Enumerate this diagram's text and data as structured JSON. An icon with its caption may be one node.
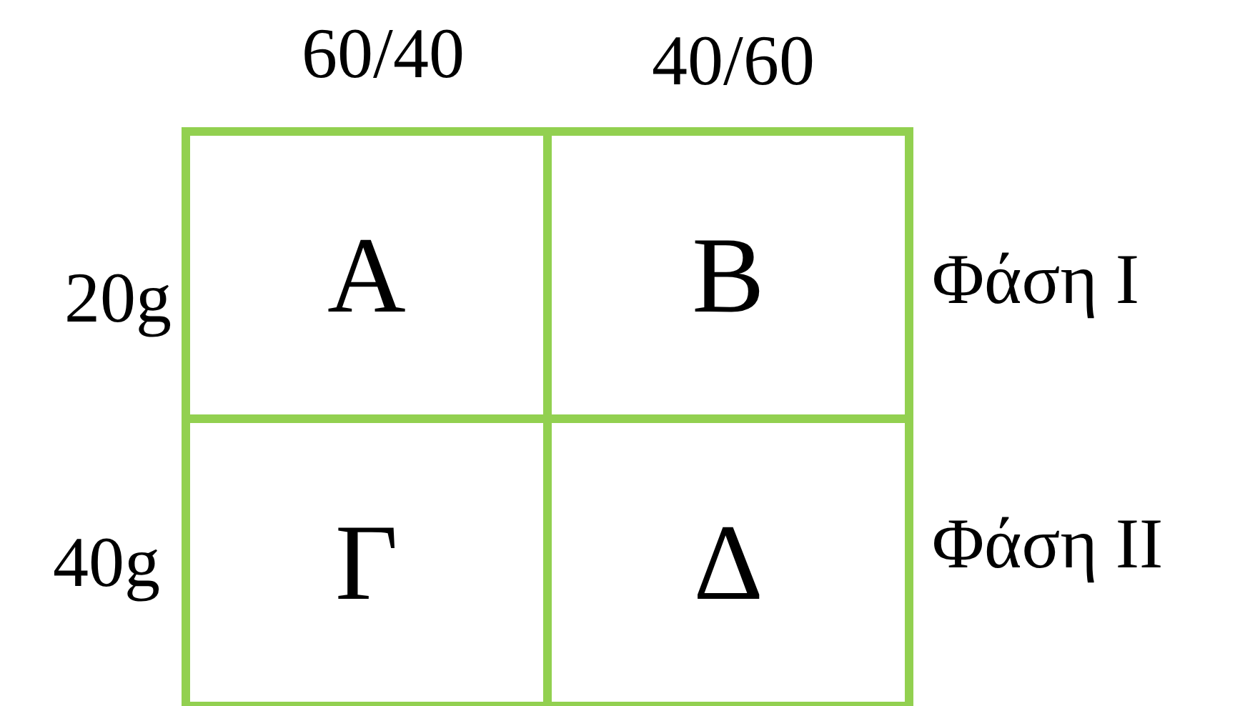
{
  "diagram": {
    "nodes": [
      {
        "text": [
          "A"
        ]
      },
      {
        "text": [
          "B"
        ]
      },
      {
        "text": [
          "Γ"
        ]
      },
      {
        "text": [
          "Δ"
        ]
      }
    ],
    "labels": [
      "60/40",
      "40/60",
      "20g",
      "Φάση I",
      "40g",
      "Φάση II"
    ]
  }
}
